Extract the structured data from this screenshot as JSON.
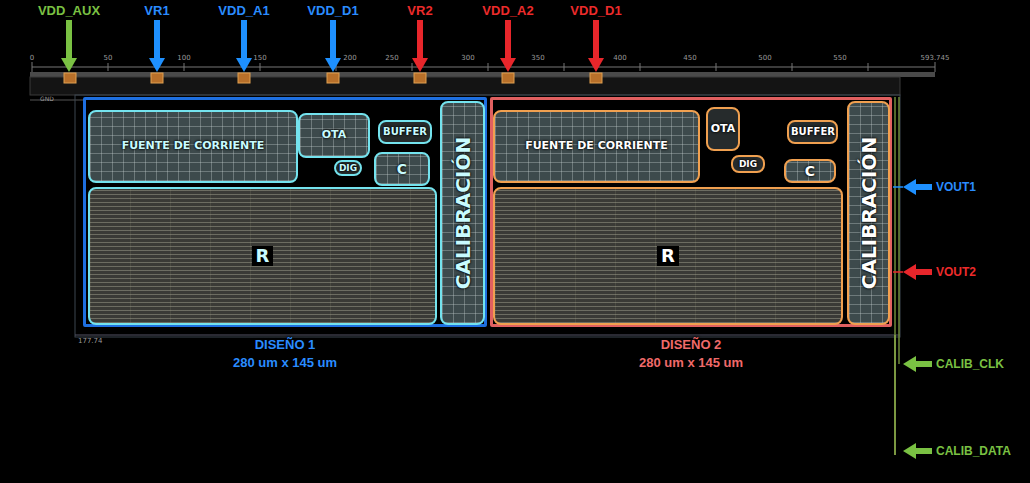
{
  "diagram": {
    "nodes": [
      {
        "text": [
          "DISEÑO 1",
          "280 um x 145 um"
        ]
      },
      {
        "text": [
          "FUENTE DE CORRIENTE"
        ],
        "in": 0
      },
      {
        "text": [
          "OTA"
        ],
        "in": 0
      },
      {
        "text": [
          "BUFFER"
        ],
        "in": 0
      },
      {
        "text": [
          "DIG"
        ],
        "in": 0
      },
      {
        "text": [
          "C"
        ],
        "in": 0
      },
      {
        "text": [
          "R"
        ],
        "in": 0
      },
      {
        "text": [
          "CALIBRACIÓN"
        ],
        "in": 0
      },
      {
        "text": [
          "DISEÑO 2",
          "280 um x 145 um"
        ]
      },
      {
        "text": [
          "FUENTE DE CORRIENTE"
        ],
        "in": 8
      },
      {
        "text": [
          "OTA"
        ],
        "in": 8
      },
      {
        "text": [
          "BUFFER"
        ],
        "in": 8
      },
      {
        "text": [
          "DIG"
        ],
        "in": 8
      },
      {
        "text": [
          "C"
        ],
        "in": 8
      },
      {
        "text": [
          "R"
        ],
        "in": 8
      },
      {
        "text": [
          "CALIBRACIÓN"
        ],
        "in": 8
      }
    ],
    "labels": [
      "VDD_AUX",
      "VR1",
      "VDD_A1",
      "VDD_D1",
      "VR2",
      "VDD_A2",
      "VDD_D1",
      "VOUT1",
      "VOUT2",
      "CALIB_CLK",
      "CALIB_DATA",
      "0",
      "50",
      "100",
      "150",
      "200",
      "250",
      "300",
      "350",
      "400",
      "450",
      "500",
      "550",
      "593.745",
      "177.74",
      "GND"
    ]
  }
}
